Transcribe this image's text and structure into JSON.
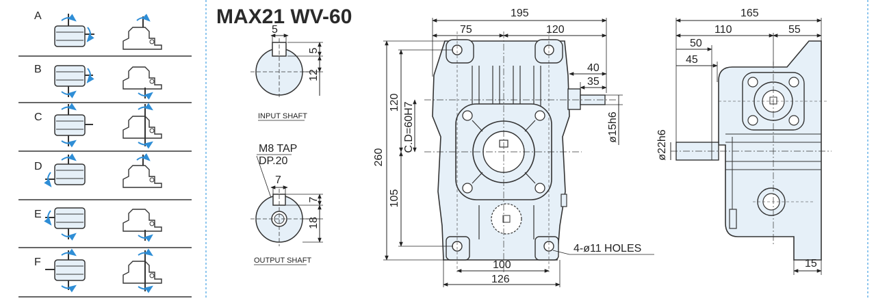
{
  "title": "MAX21 WV-60",
  "mounting": {
    "labels": [
      "A",
      "B",
      "C",
      "D",
      "E",
      "F"
    ]
  },
  "input_shaft": {
    "caption": "INPUT SHAFT",
    "key_width": "5",
    "key_depth": "5",
    "radius": "12"
  },
  "output_shaft": {
    "caption": "OUTPUT SHAFT",
    "tap_line1": "M8 TAP",
    "tap_line2": "DP.20",
    "key_width": "7",
    "key_depth": "7",
    "radius": "18"
  },
  "front_view": {
    "overall_width": "195",
    "left_width": "75",
    "right_width": "120",
    "shaft_len": "40",
    "key_len": "35",
    "input_dia": "ø15h6",
    "height_upper": "120",
    "center_distance": "C.D=60H7",
    "overall_height": "260",
    "height_lower": "105",
    "holes": "4-ø11 HOLES",
    "base_inner": "100",
    "base_outer": "126"
  },
  "side_view": {
    "overall": "165",
    "left": "110",
    "right": "55",
    "d50": "50",
    "d45": "45",
    "output_dia": "ø22h6",
    "foot": "15"
  },
  "colors": {
    "body": "#e6f0f8",
    "outline": "#333333",
    "accent": "#2f8ed6",
    "dashed": "#8ec6ee"
  }
}
